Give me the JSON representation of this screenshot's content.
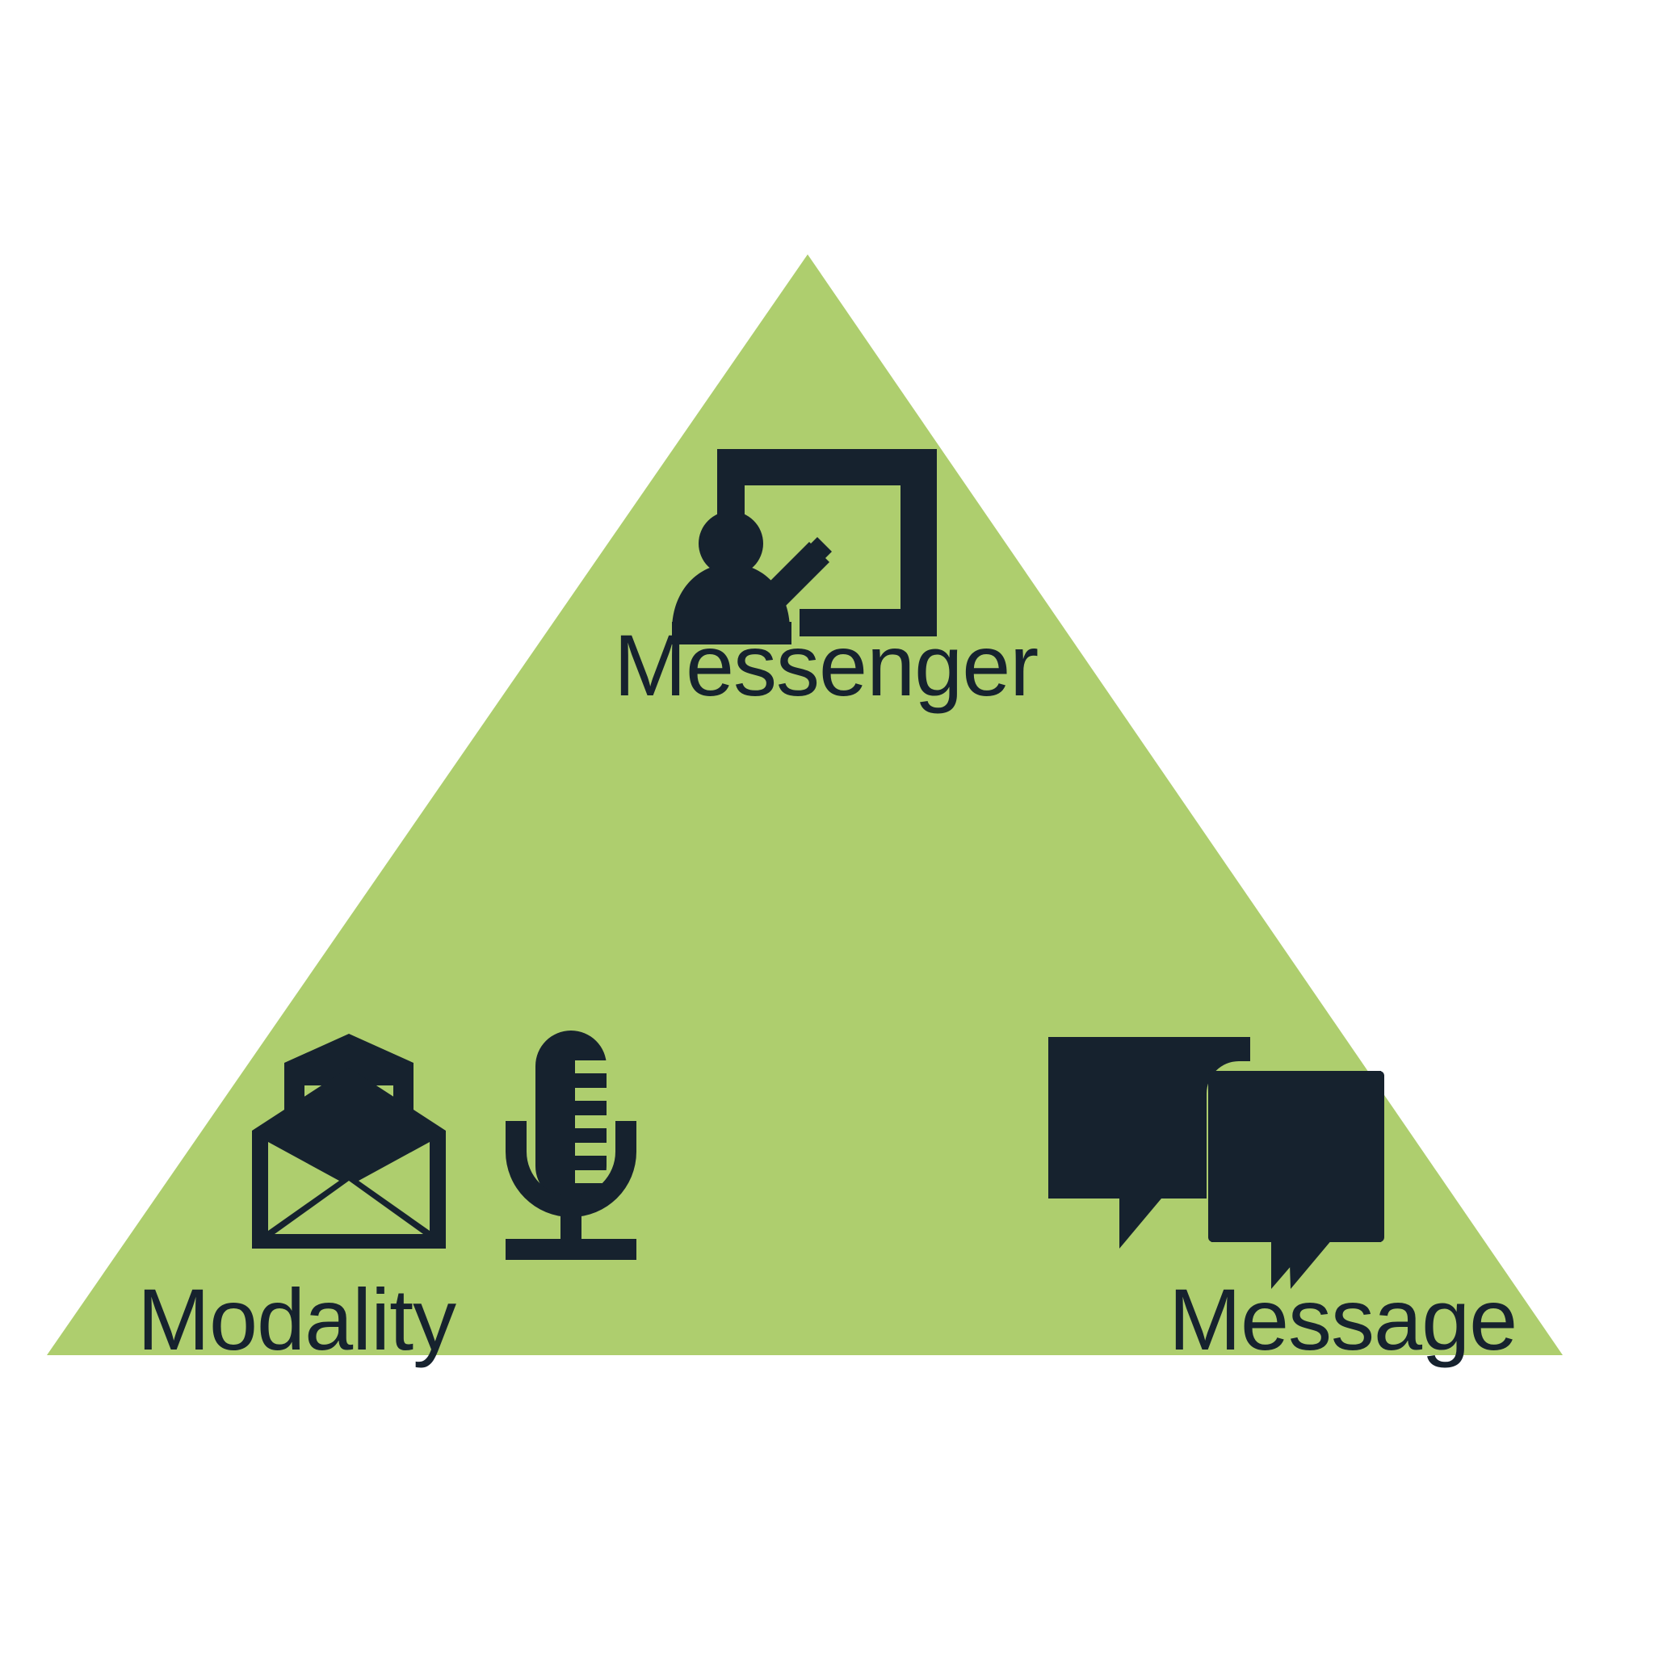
{
  "diagram": {
    "title": "Messenger / Modality / Message triangle",
    "shape": "triangle",
    "fill_color": "#AECE6E",
    "icon_color": "#16222E",
    "background_color": "#FFFFFF",
    "vertices": [
      {
        "id": "messenger",
        "label": "Messenger",
        "position": "top",
        "icons": [
          "presenter-whiteboard-icon"
        ]
      },
      {
        "id": "modality",
        "label": "Modality",
        "position": "bottom-left",
        "icons": [
          "open-envelope-at-icon",
          "microphone-icon"
        ]
      },
      {
        "id": "message",
        "label": "Message",
        "position": "bottom-right",
        "icons": [
          "speech-bubbles-icon"
        ]
      }
    ]
  }
}
